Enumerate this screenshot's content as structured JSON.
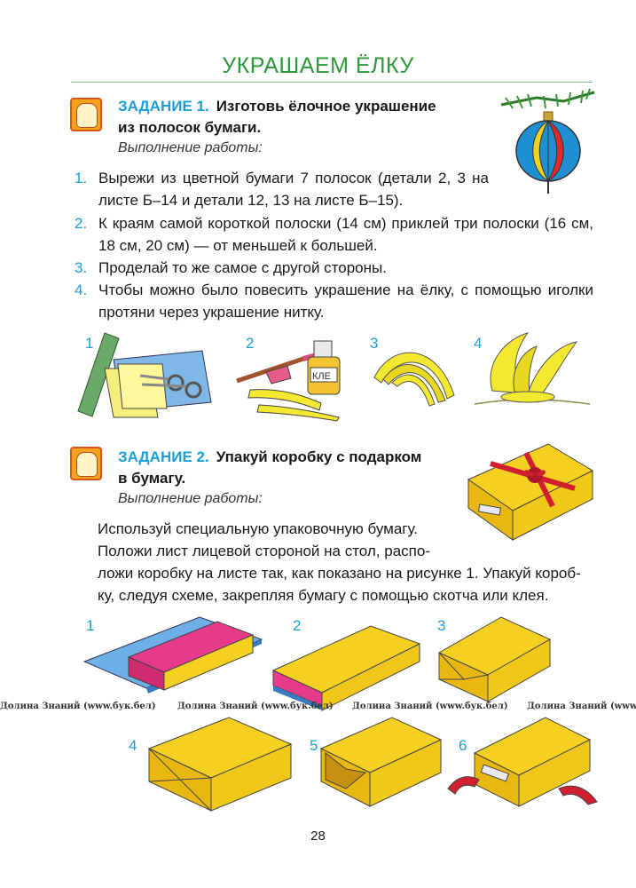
{
  "header": {
    "title": "УКРАШАЕМ ЁЛКУ"
  },
  "task1": {
    "number": "ЗАДАНИЕ 1.",
    "title_line1": "Изготовь ёлочное украшение",
    "title_line2": "из полосок бумаги.",
    "subtitle": "Выполнение работы:",
    "steps": [
      {
        "num": "1.",
        "text": "Вырежи из цветной бумаги 7 полосок (детали 2, 3 на листе Б–14 и детали 12, 13 на листе Б–15)."
      },
      {
        "num": "2.",
        "text": "К краям самой короткой полоски (14 см) приклей три полоски (16 см, 18 см, 20 см) — от меньшей к большей."
      },
      {
        "num": "3.",
        "text": "Проделай то же самое с другой стороны."
      },
      {
        "num": "4.",
        "text": "Чтобы можно было повесить украшение на ёлку, с помощью иголки протяни через украшение нитку."
      }
    ],
    "figure_numbers": [
      "1",
      "2",
      "3",
      "4"
    ],
    "glue_label": "КЛЕ"
  },
  "task2": {
    "number": "ЗАДАНИЕ 2.",
    "title_line1": "Упакуй коробку с подарком",
    "title_line2": "в бумагу.",
    "subtitle": "Выполнение работы:",
    "line1": "Используй специальную упаковочную бумагу.",
    "line2": "Положи лист лицевой стороной на стол, распо-",
    "line3": "ложи коробку на листе так, как показано на рисунке 1. Упакуй короб-",
    "line4": "ку, следуя схеме, закрепляя бумагу с помощью скотча или клея.",
    "figure_numbers": [
      "1",
      "2",
      "3",
      "4",
      "5",
      "6"
    ]
  },
  "watermarks": [
    "Долина Знаний (www.бук.бел)",
    "Долина Знаний (www.бук.бел)",
    "Долина Знаний (www.бук.бел)",
    "Долина Знаний (www.б"
  ],
  "footer": {
    "page_number": "28"
  }
}
